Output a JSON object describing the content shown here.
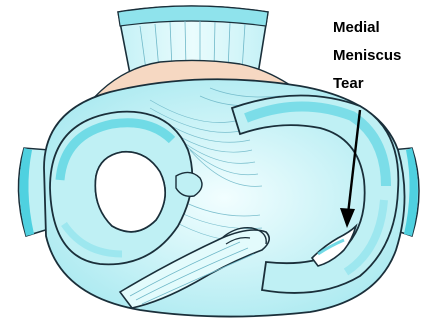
{
  "annotation": {
    "lines": [
      "Medial",
      "Meniscus",
      "Tear"
    ]
  },
  "colors": {
    "outline": "#1a2f3a",
    "cartilage": "#bff0f4",
    "cartilage_light": "#e3fbfc",
    "cartilage_mid": "#8fe3ec",
    "cartilage_deep": "#4fd1e0",
    "tibia_surface": "#ffffff",
    "tendon_beige": "#f6d8c2",
    "fibers": "#6fb8c8",
    "arrow": "#000000"
  },
  "icons": [
    "tibial-plateau-illustration",
    "meniscus-tear-arrow"
  ]
}
